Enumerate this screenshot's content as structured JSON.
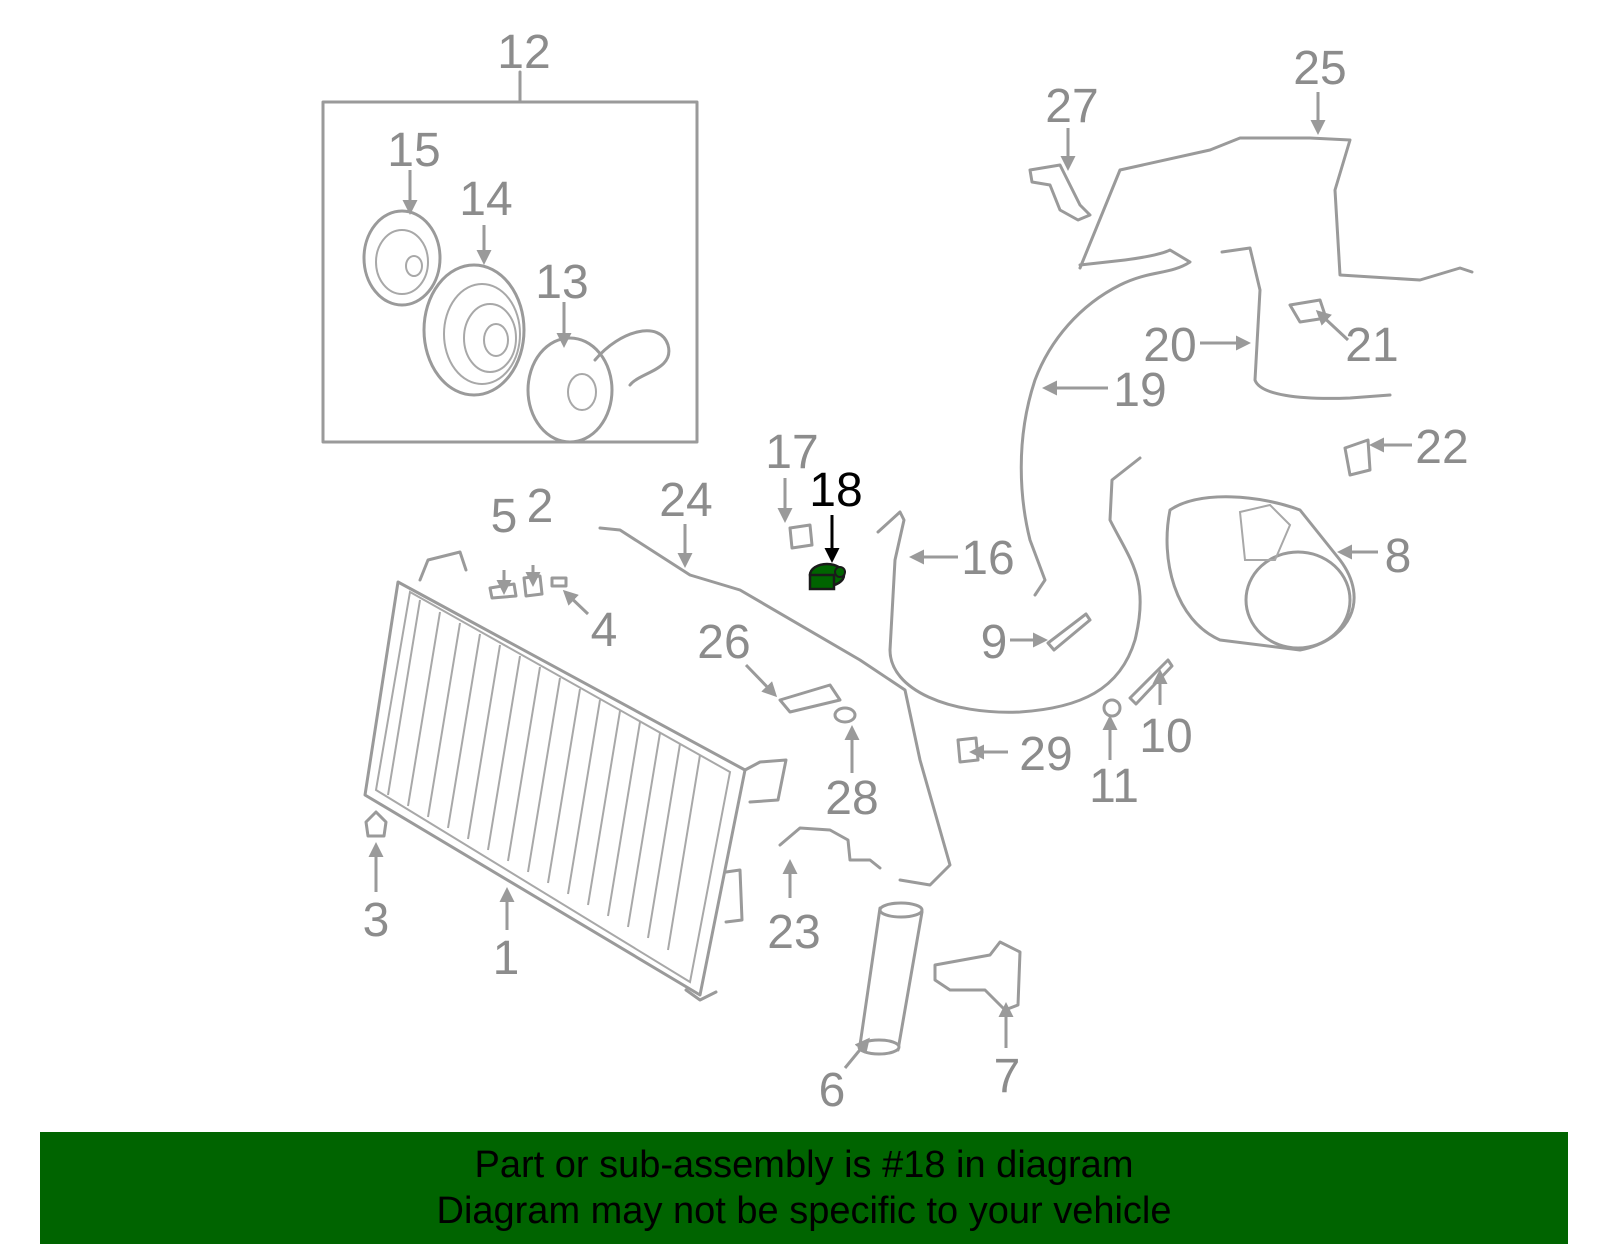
{
  "diagram": {
    "highlight_color": "#006400",
    "callouts": {
      "c1": "1",
      "c2": "2",
      "c3": "3",
      "c4": "4",
      "c5": "5",
      "c6": "6",
      "c7": "7",
      "c8": "8",
      "c9": "9",
      "c10": "10",
      "c11": "11",
      "c12": "12",
      "c13": "13",
      "c14": "14",
      "c15": "15",
      "c16": "16",
      "c17": "17",
      "c18": "18",
      "c19": "19",
      "c20": "20",
      "c21": "21",
      "c22": "22",
      "c23": "23",
      "c24": "24",
      "c25": "25",
      "c26": "26",
      "c27": "27",
      "c28": "28",
      "c29": "29"
    }
  },
  "banner": {
    "line1": "Part or sub-assembly is #18 in diagram",
    "line2": "Diagram may not be specific to your vehicle",
    "background": "#006400"
  }
}
